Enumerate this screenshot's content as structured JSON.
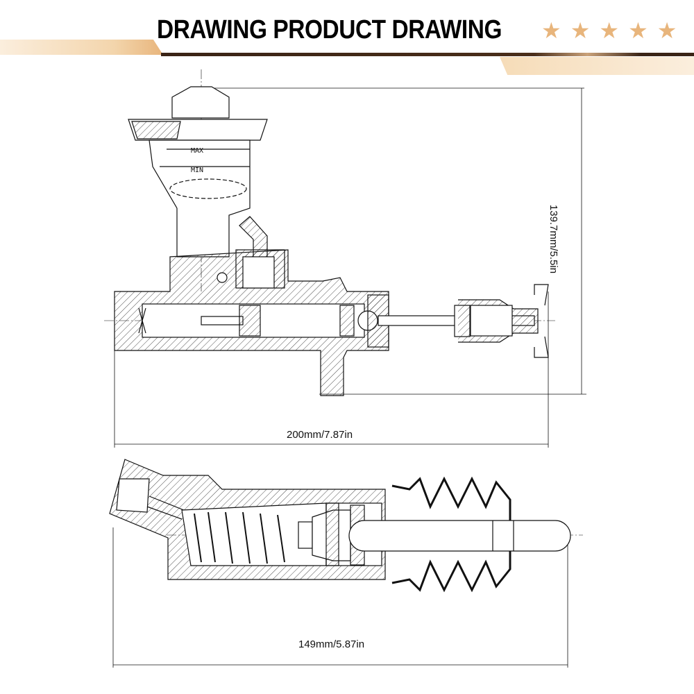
{
  "header": {
    "title": "DRAWING PRODUCT DRAWING",
    "stars": [
      "★",
      "★",
      "★",
      "★",
      "★"
    ],
    "accent_color": "#e8b57c",
    "line_color": "#3a2416"
  },
  "top_view": {
    "reservoir_max_label": "MAX",
    "reservoir_min_label": "MIN",
    "width_dimension": "200mm/7.87in",
    "height_dimension": "139.7mm/5.5in"
  },
  "bottom_view": {
    "width_dimension": "149mm/5.87in"
  }
}
